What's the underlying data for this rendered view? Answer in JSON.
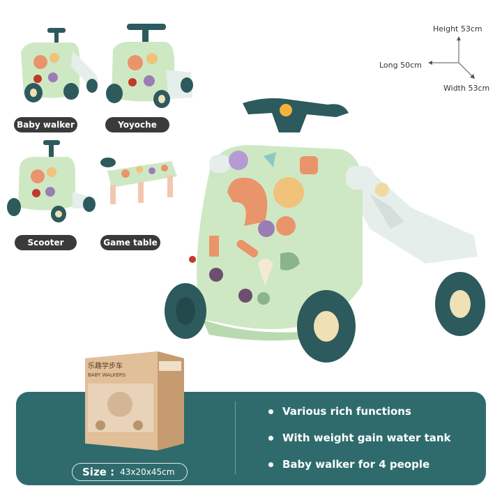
{
  "modes": [
    {
      "label": "Baby walker"
    },
    {
      "label": "Yoyoche"
    },
    {
      "label": "Scooter"
    },
    {
      "label": "Game table"
    }
  ],
  "dimensions": {
    "height": "Height 53cm",
    "long": "Long 50cm",
    "width": "Width 53cm"
  },
  "box": {
    "chinese_title": "乐趣学步车",
    "english_title": "BABY WALKERS"
  },
  "size": {
    "label": "Size :",
    "value": "43x20x45cm"
  },
  "features": [
    "Various rich functions",
    "With weight gain water tank",
    "Baby walker for 4 people"
  ],
  "colors": {
    "panel": "#2f6b6c",
    "body_mint": "#cfe8c4",
    "wheel": "#2d5a5c",
    "pill": "#3a3a3a",
    "accent_orange": "#e9946a"
  }
}
